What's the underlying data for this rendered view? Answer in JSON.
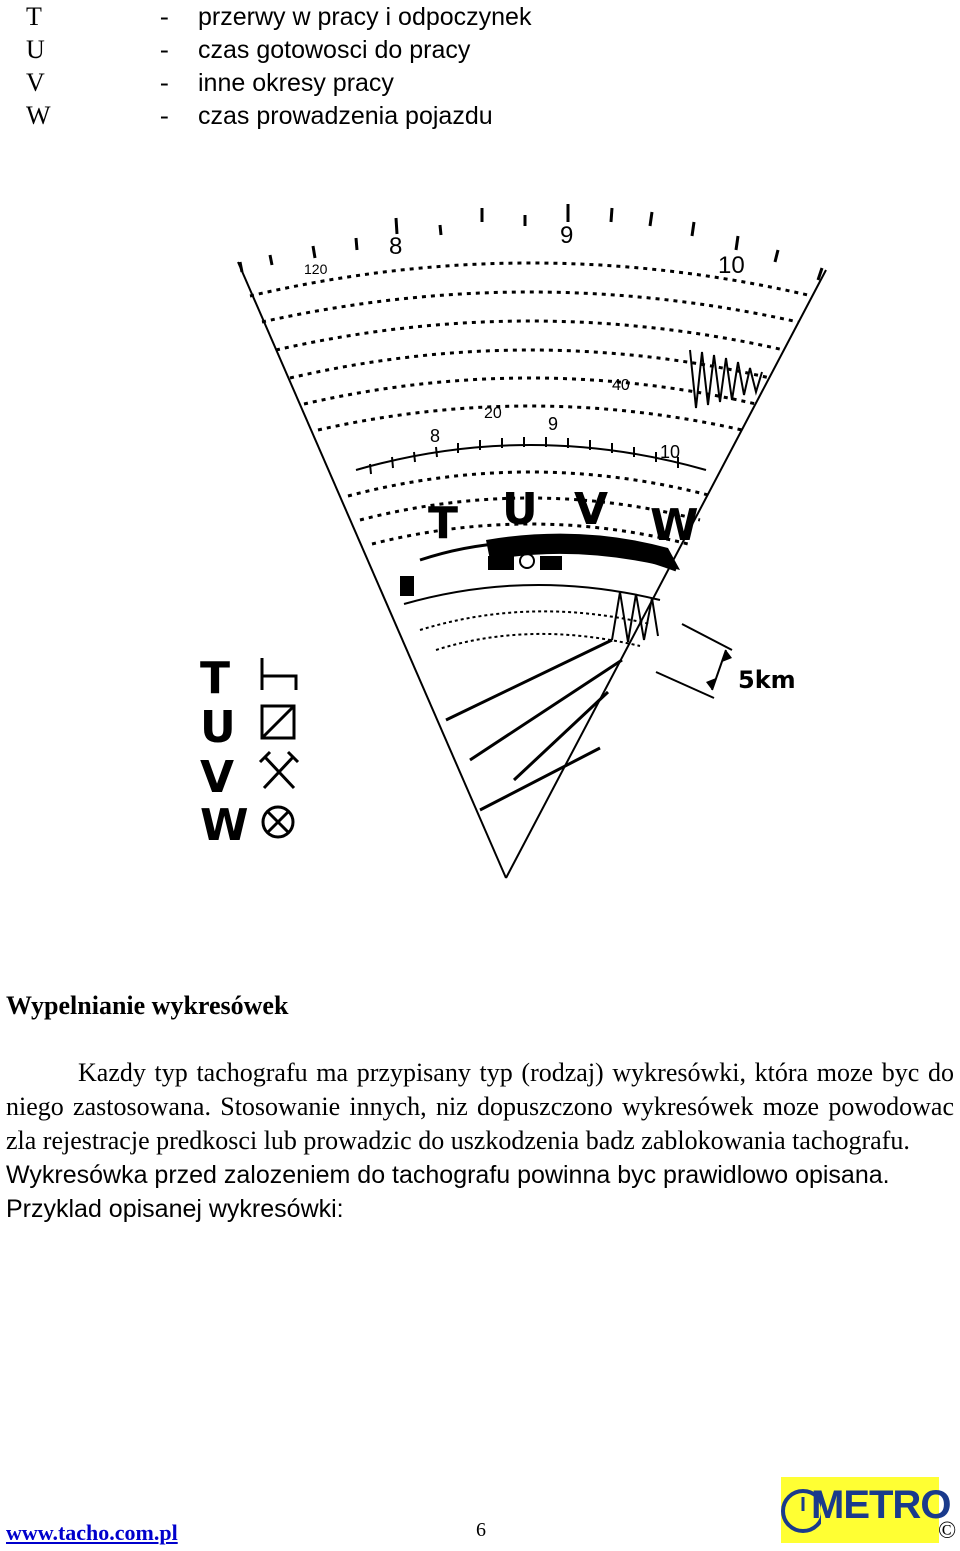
{
  "legend": [
    {
      "letter": "T",
      "dash": "-",
      "desc": "przerwy w pracy i odpoczynek"
    },
    {
      "letter": "U",
      "dash": "-",
      "desc": "czas gotowosci do pracy"
    },
    {
      "letter": "V",
      "dash": "-",
      "desc": "inne okresy pracy"
    },
    {
      "letter": "W",
      "dash": "-",
      "desc": "czas prowadzenia pojazdu"
    }
  ],
  "diagram": {
    "outer_hours": [
      "8",
      "9",
      "10"
    ],
    "outer_partial": "120",
    "speed_labels": [
      "20",
      "40"
    ],
    "inner_hours": [
      "8",
      "9",
      "10"
    ],
    "mode_letters": [
      "T",
      "U",
      "V",
      "W"
    ],
    "side_letters": [
      "T",
      "U",
      "V",
      "W"
    ],
    "distance_label": "5km",
    "icons": [
      "bed-icon",
      "box-cross-icon",
      "hammers-icon",
      "steering-wheel-icon"
    ]
  },
  "section_title": "Wypelnianie wykresówek",
  "paragraph1": "Kazdy typ tachografu ma przypisany typ (rodzaj) wykresówki, która moze byc do niego zastosowana. Stosowanie innych, niz dopuszczono wykresówek moze powodowac zla rejestracje predkosci lub prowadzic do uszkodzenia badz zablokowania tachografu.",
  "paragraph2": "Wykresówka przed zalozeniem do tachografu powinna byc prawidlowo opisana.",
  "paragraph3": "Przyklad opisanej wykresówki:",
  "footer": {
    "link": "www.tacho.com.pl",
    "page": "6",
    "logo": "METRO",
    "copyright": "©"
  }
}
